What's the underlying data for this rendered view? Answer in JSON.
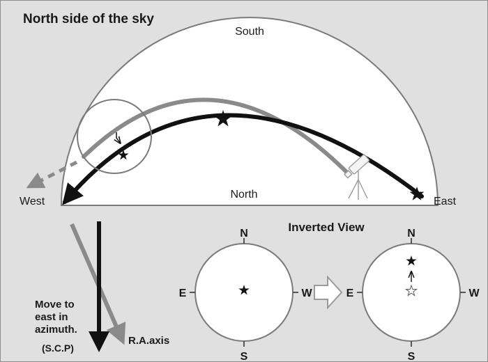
{
  "title": "North side of the sky",
  "directions": {
    "south": "South",
    "north": "North",
    "west": "West",
    "east": "East"
  },
  "inverted_view": {
    "title": "Inverted View",
    "compass_labels": {
      "n": "N",
      "s": "S",
      "e": "E",
      "w": "W"
    }
  },
  "motion_note": {
    "line1": "Move to",
    "line2": "east in",
    "line3": "azimuth.",
    "scp": "(S.C.P)"
  },
  "axis_label": "R.A.axis",
  "icons": [
    "star-icon",
    "telescope-icon",
    "arrow-icon",
    "hollow-star-icon",
    "transition-arrow-icon"
  ],
  "colors": {
    "panel": "#e0e0e0",
    "dark_path": "#111111",
    "gray_path": "#8a8a8a",
    "outline": "#7a7a7a"
  }
}
